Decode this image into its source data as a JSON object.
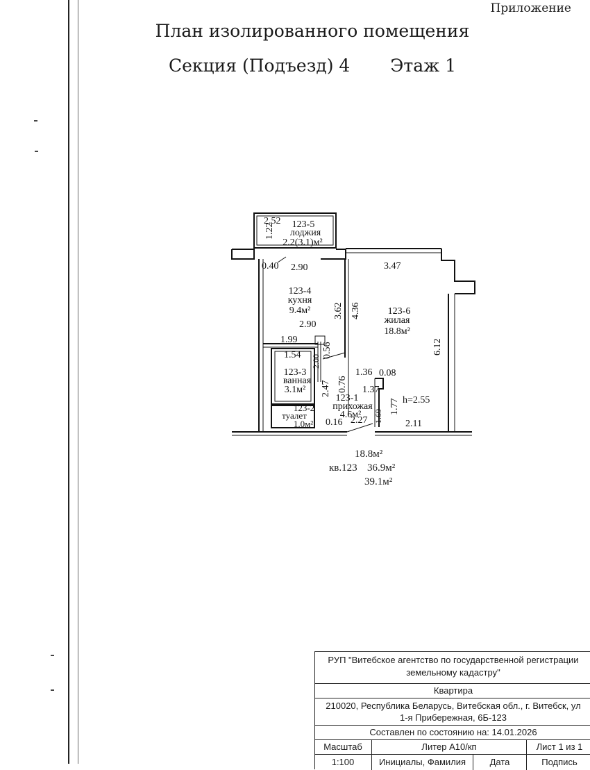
{
  "header": {
    "annex": "Приложение",
    "title": "План изолированного помещения",
    "section": "Секция (Подъезд) 4",
    "floor": "Этаж 1"
  },
  "rooms": [
    {
      "id": "123-5",
      "name": "лоджия",
      "area": "2.2(3.1)м²"
    },
    {
      "id": "123-4",
      "name": "кухня",
      "area": "9.4м²"
    },
    {
      "id": "123-6",
      "name": "жилая",
      "area": "18.8м²"
    },
    {
      "id": "123-3",
      "name": "ванная",
      "area": "3.1м²"
    },
    {
      "id": "123-2",
      "name": "туалет",
      "area": "1.0м²"
    },
    {
      "id": "123-1",
      "name": "прихожая",
      "area": "4.6м²"
    }
  ],
  "dimensions": {
    "loggia_width": "2.52",
    "loggia_depth": "1.22",
    "wall_040": "0.40",
    "kitchen_width": "2.90",
    "kitchen_width_2": "2.90",
    "kitchen_depth": "3.62",
    "room_depth": "4.36",
    "room_width": "3.47",
    "room_side": "6.12",
    "d_199": "1.99",
    "d_154": "1.54",
    "d_200": "2.00",
    "d_056": "0.56",
    "d_247": "2.47",
    "d_076": "0.76",
    "d_136": "1.36",
    "d_008": "0.08",
    "d_137": "1.37",
    "d_177": "1.77",
    "height": "h=2.55",
    "d_169": "1.69",
    "d_016": "0.16",
    "d_227": "2.27",
    "d_211": "2.11"
  },
  "summary": {
    "living": "18.8м²",
    "apartment": "кв.123",
    "total": "36.9м²",
    "total_with_loggia": "39.1м²"
  },
  "stamp": {
    "org_line1": "РУП \"Витебское агентство по государственной регистрации",
    "org_line2": "земельному кадастру\"",
    "object": "Квартира",
    "address_line1": "210020, Республика Беларусь, Витебская обл., г. Витебск, ул",
    "address_line2": "1-я Прибережная, 6Б-123",
    "date_line": "Составлен по состоянию на: 14.01.2026",
    "scale_label": "Масштаб",
    "liter": "Литер А10/кп",
    "sheet": "Лист 1 из 1",
    "scale_value": "1:100",
    "initials": "Инициалы, Фамилия",
    "date_label": "Дата",
    "signature": "Подпись"
  }
}
